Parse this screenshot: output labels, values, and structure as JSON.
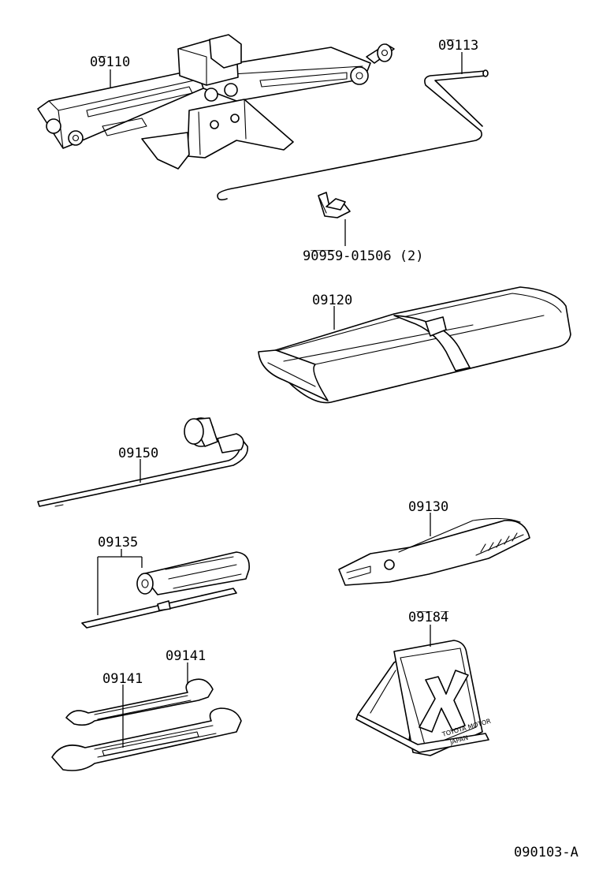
{
  "diagram": {
    "reference_code": "090103-A",
    "parts": [
      {
        "id": "jack",
        "label": "0̅9110"
      },
      {
        "id": "jack-handle",
        "label": "0̅9113"
      },
      {
        "id": "clamp",
        "label": "9̅0̅9̅59-01506 (2)"
      },
      {
        "id": "tool-bag",
        "label": "09120"
      },
      {
        "id": "wheel-nut-wrench",
        "label": "09150"
      },
      {
        "id": "screwdriver",
        "label": "09135"
      },
      {
        "id": "pliers",
        "label": "09130"
      },
      {
        "id": "wrench-small",
        "label": "09141"
      },
      {
        "id": "wrench-large",
        "label": "09141"
      },
      {
        "id": "warning-plate",
        "label": "0̅9̅18̅4"
      }
    ],
    "plate_stamp": [
      "TOYOTA MOTOR",
      "JAPAN"
    ]
  }
}
